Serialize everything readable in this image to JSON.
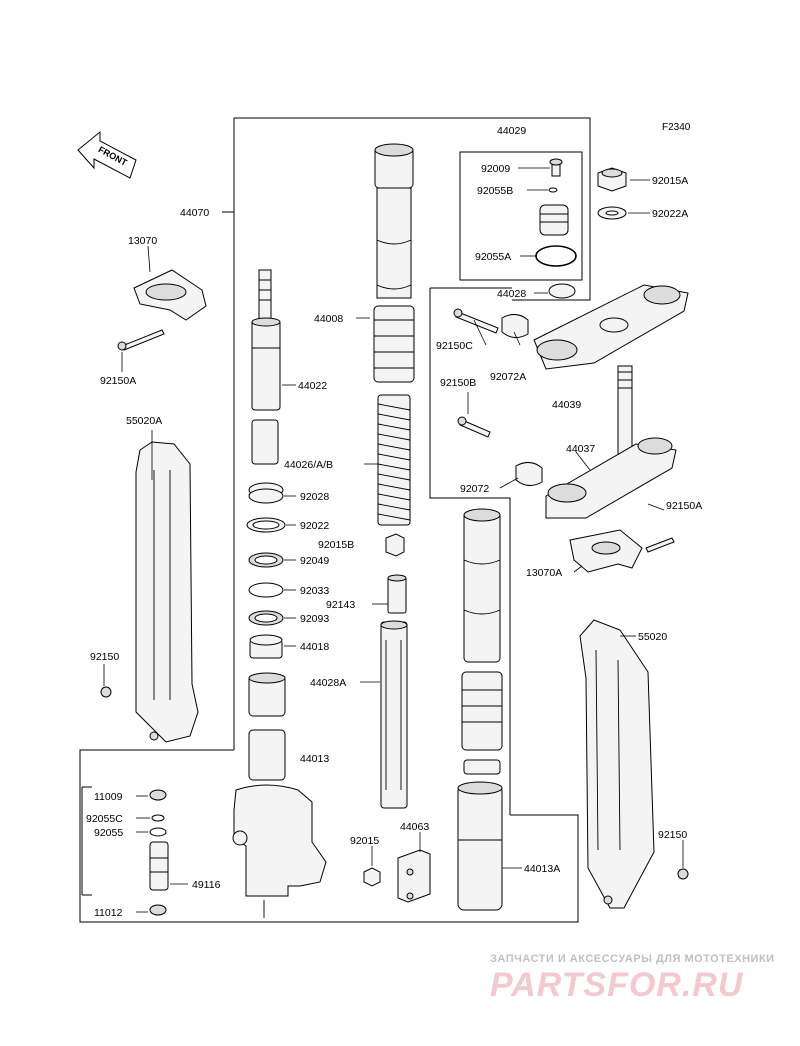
{
  "figure_code": "F2340",
  "front_label": "FRONT",
  "parts": {
    "p44029": "44029",
    "p92009": "92009",
    "p92055B": "92055B",
    "p92055A": "92055A",
    "p44028": "44028",
    "p92015A": "92015A",
    "p92022A": "92022A",
    "p44070": "44070",
    "p13070": "13070",
    "p92150A_left": "92150A",
    "p44008": "44008",
    "p44022": "44022",
    "p92150C": "92150C",
    "p92072A": "92072A",
    "p92150B": "92150B",
    "p44039": "44039",
    "p55020A": "55020A",
    "p44026": "44026/A/B",
    "p44037": "44037",
    "p92072": "92072",
    "p92028": "92028",
    "p92150A_right": "92150A",
    "p92022": "92022",
    "p92015B": "92015B",
    "p92049": "92049",
    "p13070A": "13070A",
    "p92033": "92033",
    "p92143": "92143",
    "p92093": "92093",
    "p55020": "55020",
    "p92150_left": "92150",
    "p44018": "44018",
    "p44028A": "44028A",
    "p44013": "44013",
    "p11009": "11009",
    "p92055C": "92055C",
    "p92055": "92055",
    "p44063": "44063",
    "p92015": "92015",
    "p92150_right": "92150",
    "p44013A": "44013A",
    "p49116": "49116",
    "p11012": "11012"
  },
  "watermark": {
    "tagline": "ЗАПЧАСТИ И АКСЕССУАРЫ ДЛЯ МОТОТЕХНИКИ",
    "brand": "PARTSFOR.RU"
  },
  "colors": {
    "line": "#000000",
    "watermark_brand": "#f3c9cf",
    "watermark_tagline": "#c0c0c0"
  }
}
